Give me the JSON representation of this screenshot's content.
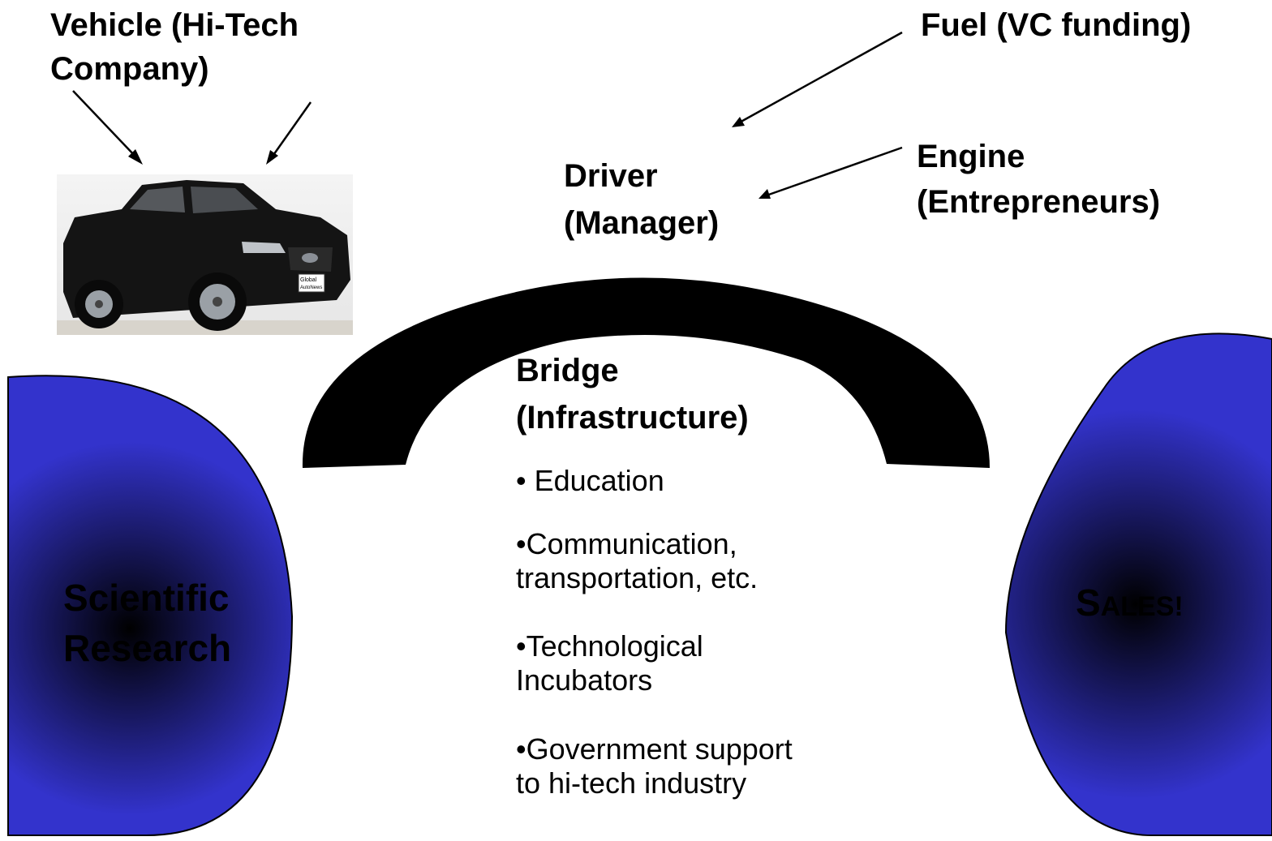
{
  "vehicle": {
    "line1": "Vehicle (Hi-Tech",
    "line2": "Company)"
  },
  "fuel": {
    "label": "Fuel (VC funding)"
  },
  "driver": {
    "line1": "Driver",
    "line2": "(Manager)"
  },
  "engine": {
    "line1": "Engine",
    "line2": "(Entrepreneurs)"
  },
  "car_badge": {
    "line1": "Global",
    "line2": "AutoNews"
  },
  "bridge": {
    "title_line1": "Bridge",
    "title_line2": "(Infrastructure)",
    "items": [
      {
        "line1": "• Education",
        "line2": ""
      },
      {
        "line1": "•Communication,",
        "line2": "transportation, etc."
      },
      {
        "line1": "•Technological",
        "line2": "Incubators"
      },
      {
        "line1": "•Government support",
        "line2": "to hi-tech industry"
      }
    ]
  },
  "left_island": {
    "line1": "Scientific",
    "line2": "Research"
  },
  "right_island": {
    "first": "S",
    "rest": "ALES!"
  },
  "colors": {
    "island_edge": "#3333cc",
    "island_center": "#000000",
    "bridge": "#000000"
  }
}
